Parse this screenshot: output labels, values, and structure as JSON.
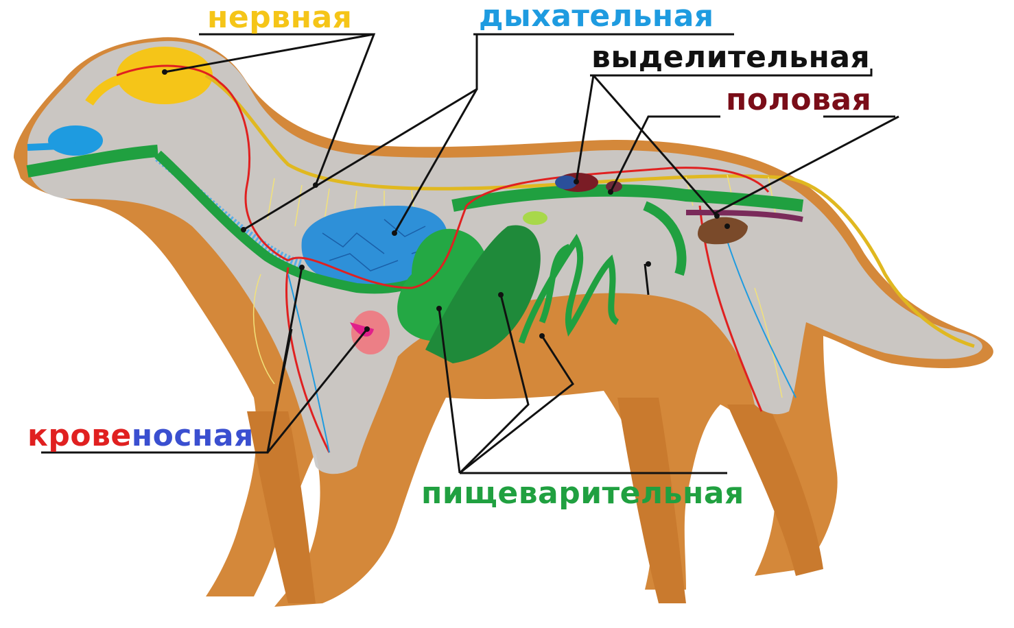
{
  "labels": {
    "nervous": "нервная",
    "respiratory": "дыхательная",
    "excretory": "выделительная",
    "reproductive": "половая",
    "circulatory_part1": "крове",
    "circulatory_part2": "носная",
    "digestive": "пищеварительная"
  },
  "colors": {
    "nervous": "#f5c518",
    "respiratory": "#1e9be0",
    "excretory": "#111111",
    "reproductive": "#7a0d18",
    "circulatory_red": "#e02020",
    "circulatory_blue": "#3a4fd0",
    "digestive": "#20a040",
    "fur": "#d4883a",
    "body_overlay": "#c9c9c9"
  }
}
